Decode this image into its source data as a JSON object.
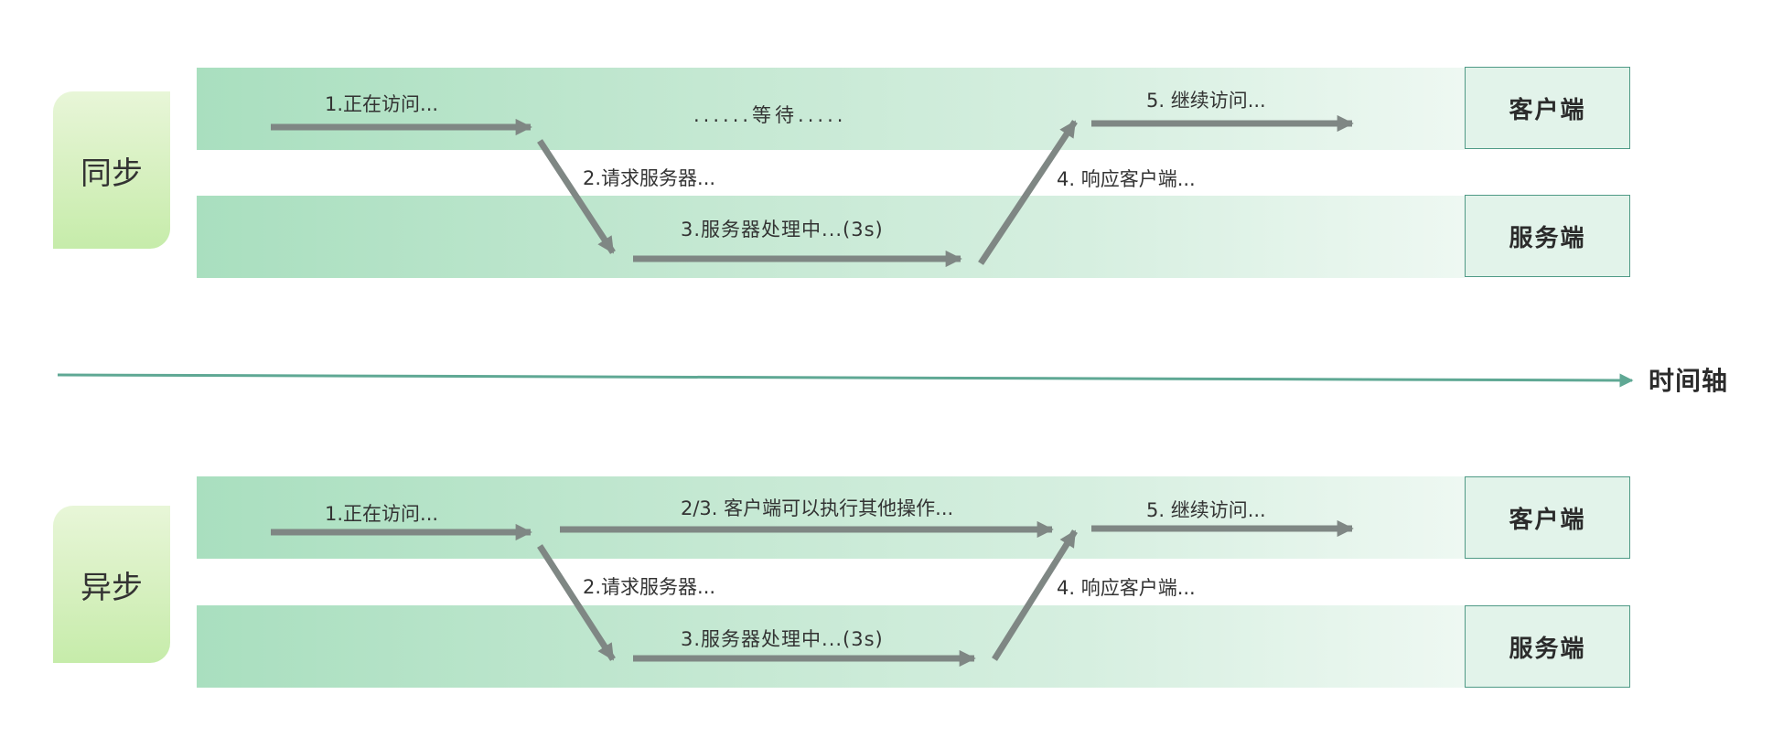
{
  "sync": {
    "mode_label": "同步",
    "client_label": "客户端",
    "server_label": "服务端",
    "step1": "1.正在访问...",
    "waiting": "......等待.....",
    "step2": "2.请求服务器...",
    "step3": "3.服务器处理中...(3s)",
    "step4": "4. 响应客户端...",
    "step5": "5. 继续访问..."
  },
  "timeline": {
    "label": "时间轴"
  },
  "async": {
    "mode_label": "异步",
    "client_label": "客户端",
    "server_label": "服务端",
    "step1": "1.正在访问...",
    "step23": "2/3. 客户端可以执行其他操作...",
    "step2": "2.请求服务器...",
    "step3": "3.服务器处理中...(3s)",
    "step4": "4. 响应客户端...",
    "step5": "5. 继续访问..."
  },
  "colors": {
    "arrow": "#7f8784",
    "timeline": "#5fa894",
    "lane_start": "#a9dfbf",
    "lane_end": "#eef8f2",
    "tab": "#d6f0bf"
  }
}
